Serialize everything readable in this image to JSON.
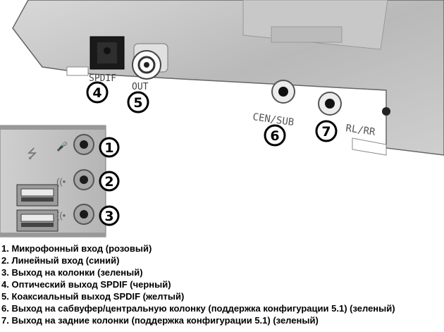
{
  "bracket_labels": {
    "spdif": "SPDIF",
    "out": "OUT",
    "cen_sub": "CEN/SUB",
    "rl_rr": "RL/RR"
  },
  "markers": [
    "1",
    "2",
    "3",
    "4",
    "5",
    "6",
    "7"
  ],
  "captions": [
    "1. Микрофонный вход (розовый)",
    "2. Линейный вход (синий)",
    "3. Выход на колонки (зеленый)",
    "4. Оптический выход SPDIF (черный)",
    "5. Коаксиальный выход SPDIF (желтый)",
    "6. Выход на сабвуфер/центральную колонку (поддержка конфигурации 5.1) (зеленый)",
    "7. Выход на задние колонки (поддержка конфигурации 5.1) (зеленый)"
  ]
}
